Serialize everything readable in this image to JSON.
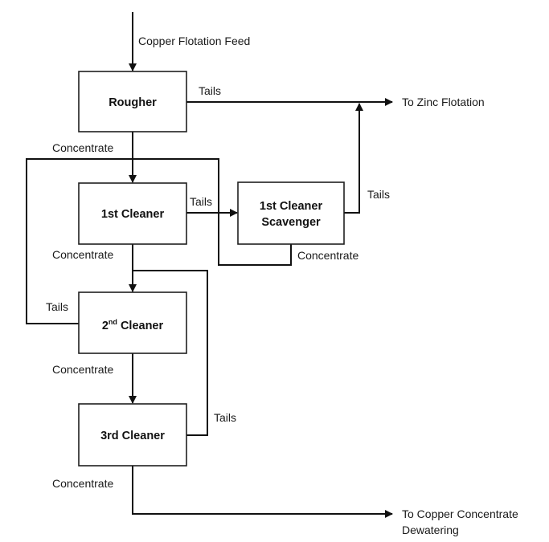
{
  "feed_label": "Copper Flotation Feed",
  "units": {
    "rougher": "Rougher",
    "cleaner1": "1st Cleaner",
    "scavenger_line1": "1st Cleaner",
    "scavenger_line2": "Scavenger",
    "cleaner2_num": "2",
    "cleaner2_sup": "nd",
    "cleaner2_word": " Cleaner",
    "cleaner3": "3rd Cleaner"
  },
  "streams": {
    "rougher_tails": "Tails",
    "rougher_concentrate": "Concentrate",
    "cleaner1_tails": "Tails",
    "cleaner1_concentrate": "Concentrate",
    "scavenger_tails": "Tails",
    "scavenger_concentrate": "Concentrate",
    "cleaner2_tails": "Tails",
    "cleaner2_concentrate": "Concentrate",
    "cleaner3_tails": "Tails",
    "cleaner3_concentrate": "Concentrate"
  },
  "destinations": {
    "zinc": "To Zinc Flotation",
    "copper_line1": "To Copper Concentrate",
    "copper_line2": "Dewatering"
  }
}
